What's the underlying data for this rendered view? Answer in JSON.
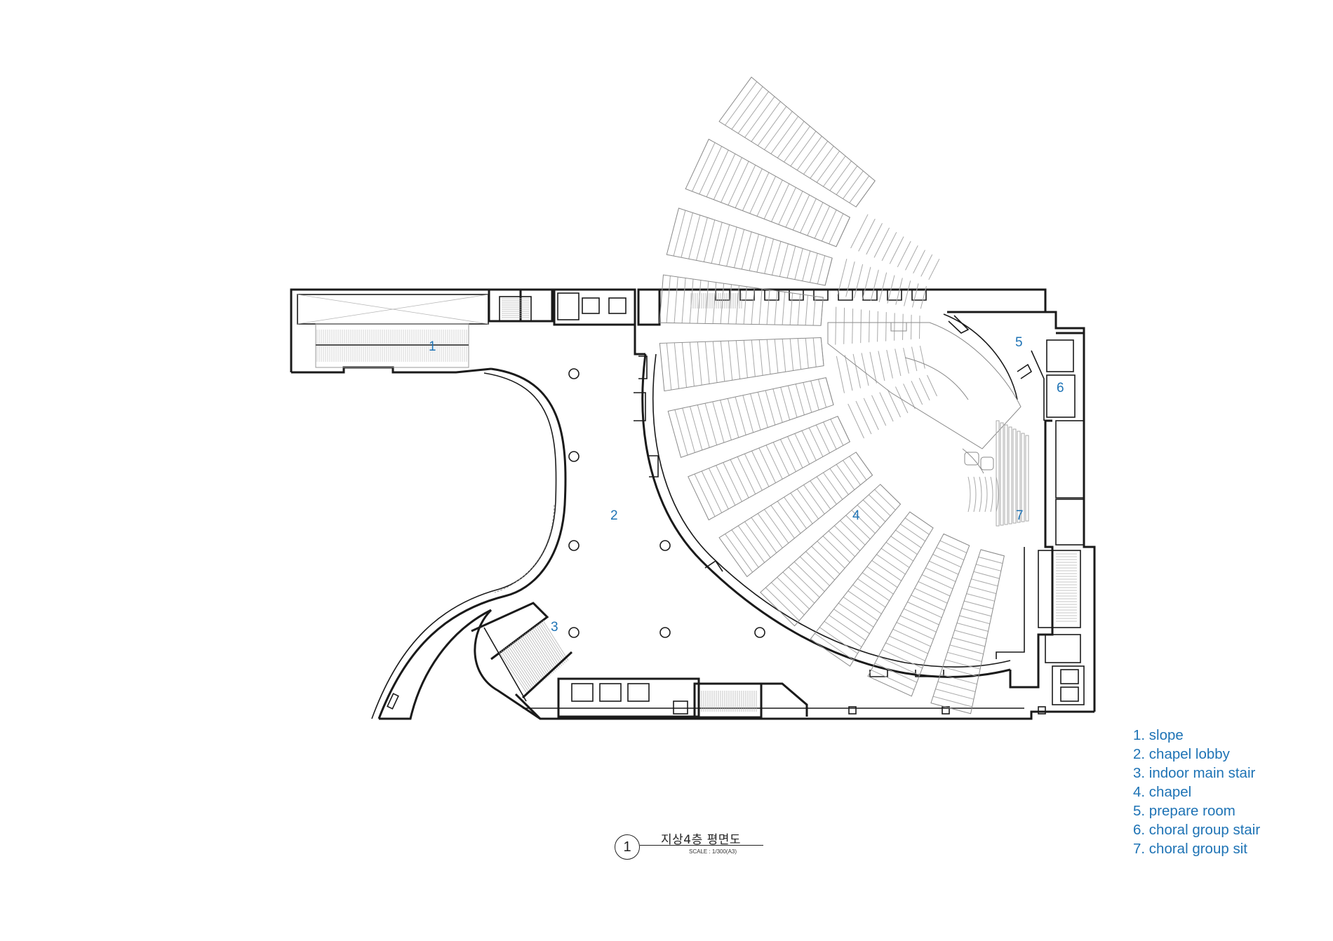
{
  "room_labels": [
    {
      "id": "1",
      "text": "1"
    },
    {
      "id": "2",
      "text": "2"
    },
    {
      "id": "3",
      "text": "3"
    },
    {
      "id": "4",
      "text": "4"
    },
    {
      "id": "5",
      "text": "5"
    },
    {
      "id": "6",
      "text": "6"
    },
    {
      "id": "7",
      "text": "7"
    }
  ],
  "legend": [
    "1. slope",
    "2. chapel lobby",
    "3. indoor main stair",
    "4. chapel",
    "5. prepare room",
    "6. choral group stair",
    "7. choral group sit"
  ],
  "title_block": {
    "number": "1",
    "title": "지상4층 평면도",
    "scale": "SCALE : 1/300(A3)"
  },
  "colors": {
    "label_blue": "#1e73b5",
    "wall": "#1a1a1a",
    "fixtures": "#a9a9a9"
  }
}
